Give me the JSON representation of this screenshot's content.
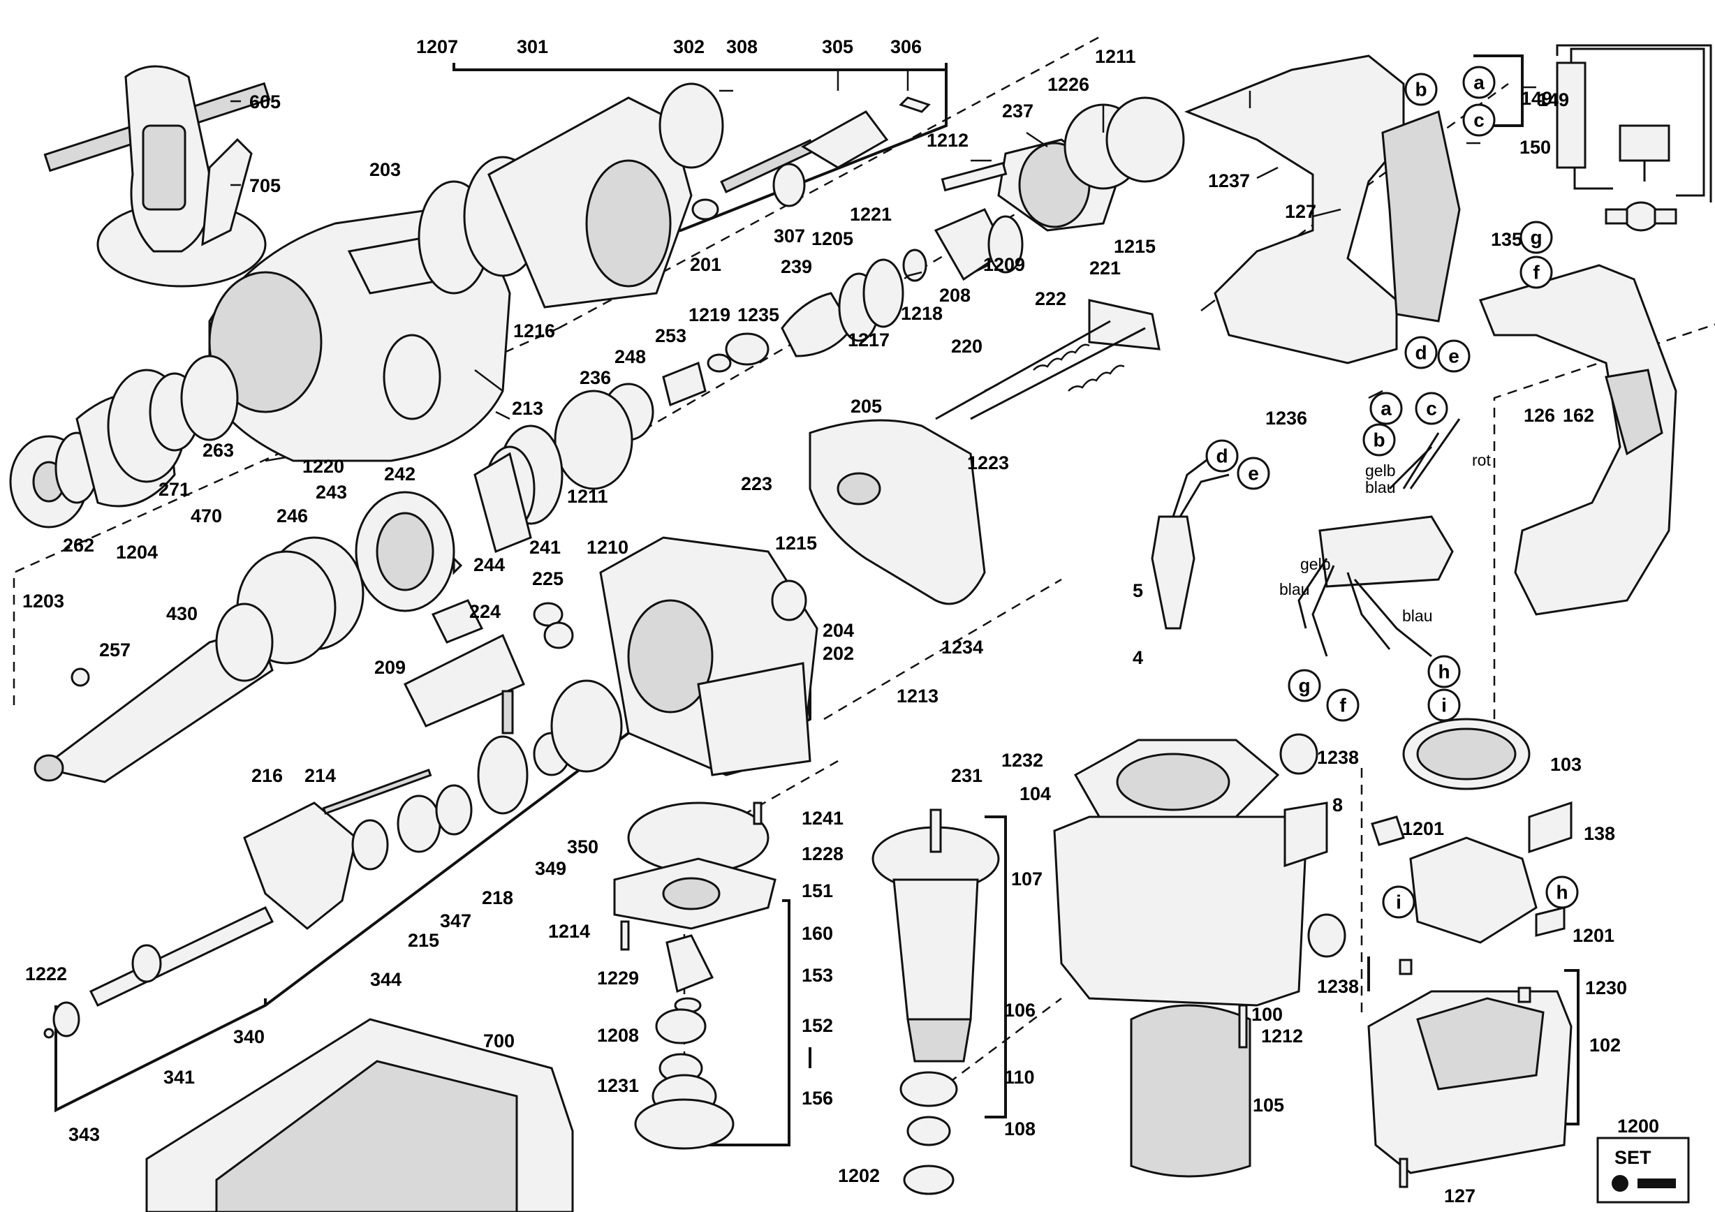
{
  "diagram": {
    "part_labels": [
      "1207",
      "301",
      "302",
      "308",
      "305",
      "306",
      "605",
      "705",
      "203",
      "1211",
      "1226",
      "237",
      "1212",
      "1221",
      "1205",
      "239",
      "1237",
      "127",
      "135",
      "150",
      "149",
      "1216",
      "213",
      "1220",
      "263",
      "271",
      "470",
      "262",
      "1204",
      "1203",
      "201",
      "307",
      "1209",
      "208",
      "1218",
      "1217",
      "1235",
      "1219",
      "253",
      "248",
      "236",
      "1215",
      "221",
      "222",
      "220",
      "1236",
      "126",
      "162",
      "242",
      "243",
      "246",
      "244",
      "241",
      "1211",
      "225",
      "224",
      "209",
      "223",
      "205",
      "1223",
      "1215",
      "1210",
      "204",
      "202",
      "430",
      "257",
      "216",
      "214",
      "218",
      "347",
      "215",
      "344",
      "349",
      "350",
      "1234",
      "1213",
      "231",
      "1232",
      "1238",
      "104",
      "103",
      "8",
      "1201",
      "138",
      "1241",
      "1228",
      "151",
      "160",
      "1214",
      "153",
      "1229",
      "152",
      "1208",
      "156",
      "1231",
      "107",
      "106",
      "110",
      "108",
      "1202",
      "1212",
      "100",
      "105",
      "1238",
      "1230",
      "102",
      "1201",
      "1200",
      "127",
      "340",
      "341",
      "343",
      "1222",
      "700",
      "5",
      "4"
    ],
    "terminal_letters": [
      "a",
      "b",
      "c",
      "d",
      "e",
      "f",
      "g",
      "h",
      "i"
    ],
    "wire_labels": [
      "gelb",
      "blau",
      "rot",
      "gelb",
      "blau",
      "blau"
    ],
    "set_badge": "SET"
  }
}
